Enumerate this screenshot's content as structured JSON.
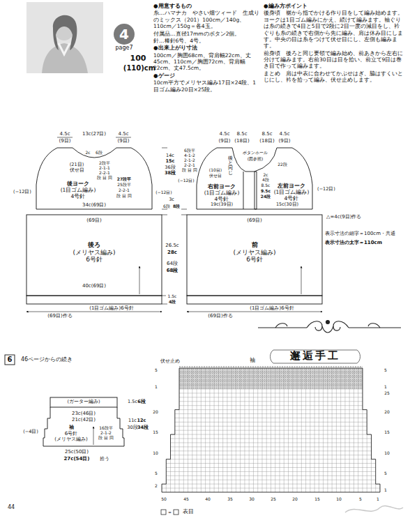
{
  "diagram": {
    "nodes": [
      {
        "text": [
          "4",
          "page7"
        ]
      },
      {
        "text": [
          "後ヨーク",
          "(1目ゴム編み)",
          "4号針"
        ]
      },
      {
        "text": [
          "右前ヨーク",
          "(1目ゴム編み)",
          "4号針"
        ]
      },
      {
        "text": [
          "左前ヨーク",
          "(1目ゴム編み)",
          "4号針"
        ]
      },
      {
        "text": [
          "後ろ",
          "(メリヤス編み)",
          "6号針"
        ]
      },
      {
        "text": [
          "前",
          "(メリヤス編み)",
          "6号針"
        ]
      },
      {
        "text": [
          "袖",
          "6号針",
          "(メリヤス編み)"
        ]
      }
    ],
    "labels": [
      "100",
      "(110)cm",
      "●用意するもの",
      "糸…ハマナカ　やさい畑ツィード　生成りのミックス（201）100cm／140g、110cm／150g＝各4玉。",
      "付属品…直径17mmのボタン2個。",
      "針…棒針6号、4号。",
      "●出来上がり寸法",
      "100cm／胸囲68cm、背肩幅22cm、丈45cm、110cm／胸囲72cm、背肩幅22cm、丈47.5cm。",
      "●ゲージ",
      "10cm平方でメリヤス編み17目×24段、1目ゴム編み20目×25段。",
      "●編み方ポイント",
      "後身頃　裾から指でかける作り目をして編み始めます。ヨークは1目ゴム編みにかえ、続けて編みます。袖ぐりは糸の続きで4目と5目で2段に2目一度の減目をし、衿ぐりも糸の続きで右側から先に編み、肩は休み目にします。中央の目は糸をつけて伏せ目にし、左側も編みます。",
      "前身頃　後ろと同じ要領で編み始め、前あきから左右に分けて編みます。右前30目は目を拾い、前立て9目は巻き目で作って編みます。",
      "まとめ　肩は中表に合わせてかぶせはぎ、脇はすくいとじにし、衿を拾って編み、伏せ止めします。",
      "4.5c",
      "(9目)",
      "13c(27目)",
      "4.5c",
      "(9目)",
      "2c",
      "6段",
      "(21目)",
      "伏せ目",
      "2段平",
      "2-1-1",
      "2-2-1",
      "段 目 回",
      "27段平",
      "25段平",
      "2-2-1",
      "段 目 回",
      "(−12目)",
      "(−12目)",
      "34c(69目)",
      "14c",
      "15c",
      "36段",
      "38段",
      "3c",
      "6段",
      "8段",
      "26.5c",
      "28c",
      "64段",
      "68段",
      "1.5c",
      "4段",
      "6段平",
      "4-1-2",
      "2-1-2",
      "2-2-1",
      "段 目 回",
      "(−12目)",
      "(69目)",
      "40c(69目)",
      "(1目ゴム編み)6号針",
      "(69目)作る",
      "4.5c",
      "(9目)",
      "8.5c",
      "(18目)",
      "8.5c",
      "(18目)",
      "4.5c",
      "(9目)",
      "後と同じ",
      "ボタンホール",
      "(図参照)",
      "(10目)",
      "伏せ目",
      "22段",
      "2c",
      "4段",
      "8.5c",
      "9.5c",
      "24段",
      "19c(39目)",
      "15c(30目)",
      "(−12目)",
      "△=4c(9目)作る",
      "表示寸法の細字＝100cm・共通",
      "表示寸法の太字＝110cm",
      "(69目)",
      "(1目ゴム編み)6号針",
      "(69目)作る",
      "6",
      "46ページからの続き",
      "伏せ止め",
      "袖",
      "邂逅手工",
      "(ガーター編み)",
      "1.5c",
      "6段",
      "23c(46目)",
      "21c(42目)",
      "11c",
      "12c",
      "30段",
      "34段",
      "(−4目)",
      "16段平",
      "2-1-2",
      "段 目 回",
      "25c(50目)",
      "27c(54目)",
      "拾う",
      "5",
      "1",
      "20",
      "15",
      "10",
      "5",
      "2",
      "5",
      "1",
      "25",
      "20",
      "15",
      "10",
      "5",
      "1",
      "50",
      "45",
      "40",
      "35",
      "30",
      "25",
      "20",
      "15",
      "10",
      "5",
      "1",
      "＝",
      "44"
    ],
    "legend": [
      {
        "text": "表目"
      }
    ]
  }
}
